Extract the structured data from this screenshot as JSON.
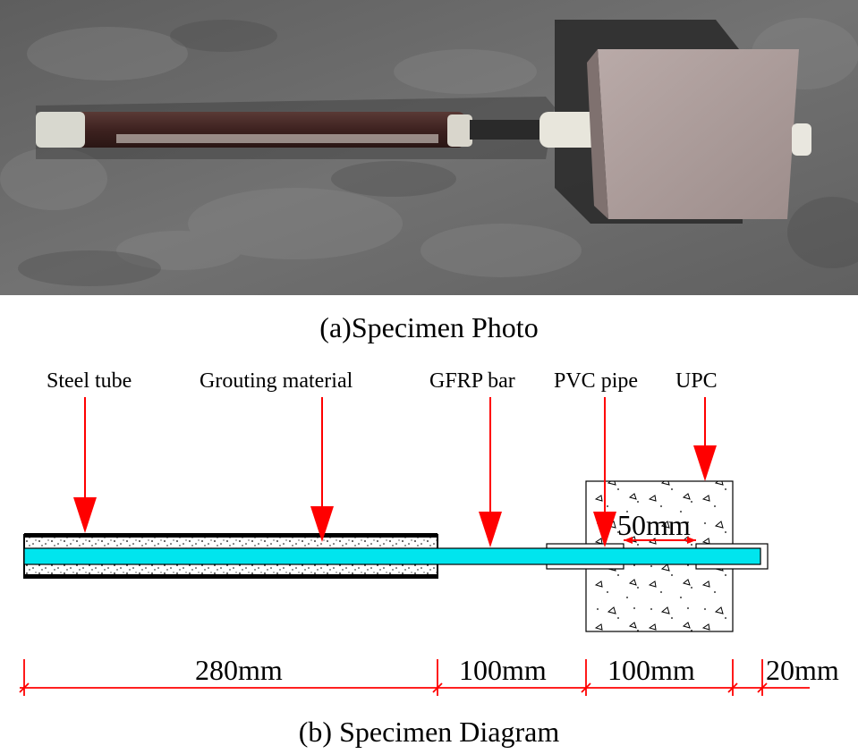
{
  "captions": {
    "photo": "(a)Specimen Photo",
    "diagram": "(b) Specimen Diagram"
  },
  "labels": {
    "steel_tube": "Steel tube",
    "grouting_material": "Grouting material",
    "gfrp_bar": "GFRP bar",
    "pvc_pipe": "PVC pipe",
    "upc": "UPC"
  },
  "dimensions": {
    "inner_pvc": "50mm",
    "steel_tube_len": "280mm",
    "exposed_bar_len": "100mm",
    "block_len": "100mm",
    "end_len": "20mm"
  },
  "colors": {
    "arrow": "#ff0000",
    "bar": "#00e5ee",
    "dimension_line": "#ff0000",
    "photo_background": "#6f6f6f"
  }
}
